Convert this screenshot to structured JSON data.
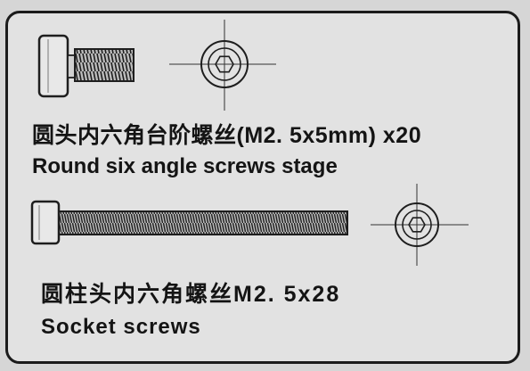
{
  "items": [
    {
      "name_cn": "圆头内六角台阶螺丝(M2. 5x5mm) x20",
      "name_en": "Round six angle screws stage"
    },
    {
      "name_cn": "圆柱头内六角螺丝M2. 5x28",
      "name_en": "Socket screws"
    }
  ],
  "icons": [
    "step-screw-side-icon",
    "hex-socket-top-icon",
    "socket-screw-side-icon",
    "hex-socket-top-icon"
  ],
  "colors": {
    "background": "#e2e2e2",
    "border": "#1b1b1b",
    "ink": "#141414"
  }
}
